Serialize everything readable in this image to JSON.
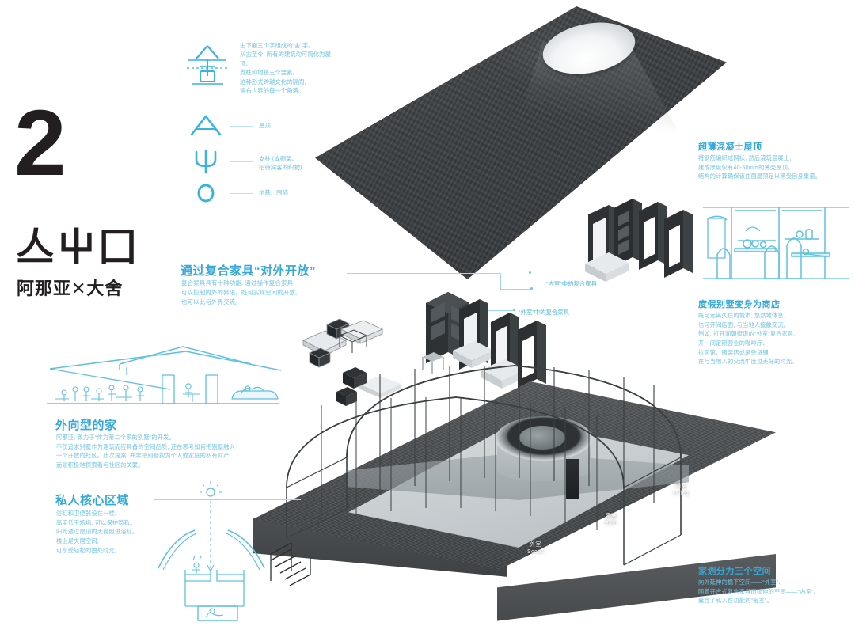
{
  "page": {
    "number": "2",
    "logo_cn": "亼屮囗",
    "logo_sub": "阿那亚✕大舍",
    "bg_color": "#ffffff",
    "accent_color": "#35a8d8",
    "body_color": "#6fc4e3"
  },
  "legend": {
    "intro": {
      "glyph_name": "she-character-glyph",
      "text": "由下面三个字组成的“舍”字。\n从古至今, 所有的建筑均可简化为屋顶、\n支柱和地基三个要素。\n这种形式跨越文化的隔阂,\n遍布世界的每一个角落。"
    },
    "items": [
      {
        "glyph_name": "roof-glyph",
        "glyph": "∧",
        "label": "屋顶"
      },
      {
        "glyph_name": "pillar-glyph",
        "glyph": "Ψ",
        "label": "支柱 (或橱架、\n招待宾客的织物)"
      },
      {
        "glyph_name": "foundation-glyph",
        "glyph": "O",
        "label": "地基、围墙"
      }
    ]
  },
  "annotations": {
    "roof": {
      "title": "超薄混凝土屋顶",
      "body": "将钢筋编织成网状, 然后浇筑混凝土,\n建成厚度仅有40-50mm的薄壳屋顶。\n结构的计算确保该曲面屋顶足以承受自身重量。"
    },
    "furniture": {
      "title": "通过复合家具“对外开放”",
      "body": "复合家具具有十种功能, 通过操作复合家具,\n可以控制内外的界限。既可实现空间的开放,\n也可以此与外界交流。"
    },
    "shop": {
      "title": "度假别墅变身为商店",
      "body": "既可远离久住的城市, 悠然地休息,\n也可开间店面, 与当地人接触交流。\n例如, 打开面朝街道的“外室”复合家具,\n开一间定期营业的咖啡厅、\n拉面馆、服装店或是杂货铺,\n在与当地人的交流中度过美好的时光。"
    },
    "extrovert": {
      "title": "外向型的家",
      "body": "阿那亚, 致力于“作为第二个家的别墅”的开发。\n不仅追求别墅作为建筑而应具备的空间品质, 还在思考如何把别墅融入\n一个开放的社区。此次提案, 并非把别墅视为个人或家庭的私有财产,\n而是积极地探索着与社区的关联。"
    },
    "private": {
      "title": "私人核心区域",
      "body": "浴缸和卫便器设在一楼,\n高度低于场墙, 可以保护隐私。\n阳光透过屋顶的天窗照进浴缸。\n楼上是夹层空间,\n可享受轻松的独处时光。"
    },
    "three_rooms": {
      "title": "家划分为三个空间",
      "body": "向外延伸的檐下空间——“外室”、\n随着开合式复合家具而延伸的空间——“内室”、\n囊含了私人性功能的“密室”。"
    }
  },
  "callouts": {
    "inner_furniture": "“内室”中的复合家具",
    "outer_furniture": "“外室”中的复合家具"
  },
  "rooms": [
    {
      "cn": "外室",
      "en": "Social"
    },
    {
      "cn": "密室",
      "en": "Bath"
    },
    {
      "cn": "内室",
      "en": "Living"
    }
  ],
  "icons": {
    "sun": "sun-icon",
    "roof_model": "concrete-shell-roof-model",
    "base_model": "building-base-model",
    "furniture_model": "composite-furniture-model",
    "section_drawing": "house-section-line-drawing",
    "shop_drawing": "shop-scene-line-drawing",
    "bath_drawing": "bathtub-skylight-line-drawing"
  }
}
